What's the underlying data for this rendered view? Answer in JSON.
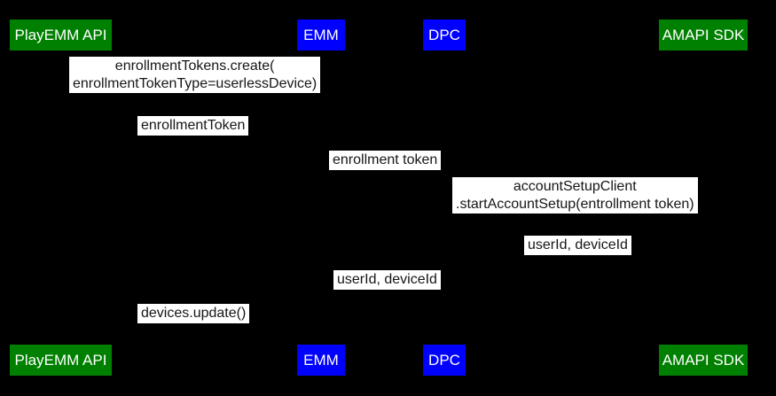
{
  "colors": {
    "background": "#000000",
    "actor_green": "#008000",
    "actor_blue": "#0000ff",
    "actor_text": "#ffffff",
    "label_background": "#ffffff",
    "label_text": "#161616"
  },
  "actors": [
    {
      "id": "playemm-api",
      "label": "PlayEMM API",
      "color": "#008000"
    },
    {
      "id": "emm",
      "label": "EMM",
      "color": "#0000ff"
    },
    {
      "id": "dpc",
      "label": "DPC",
      "color": "#0000ff"
    },
    {
      "id": "amapi-sdk",
      "label": "AMAPI SDK",
      "color": "#008000"
    }
  ],
  "messages": [
    {
      "text": "enrollmentTokens.create(\nenrollmentTokenType=userlessDevice)"
    },
    {
      "text": "enrollmentToken"
    },
    {
      "text": "enrollment token"
    },
    {
      "text": "accountSetupClient\n.startAccountSetup(entrollment token)"
    },
    {
      "text": "userId, deviceId"
    },
    {
      "text": "userId, deviceId"
    },
    {
      "text": "devices.update()"
    }
  ]
}
